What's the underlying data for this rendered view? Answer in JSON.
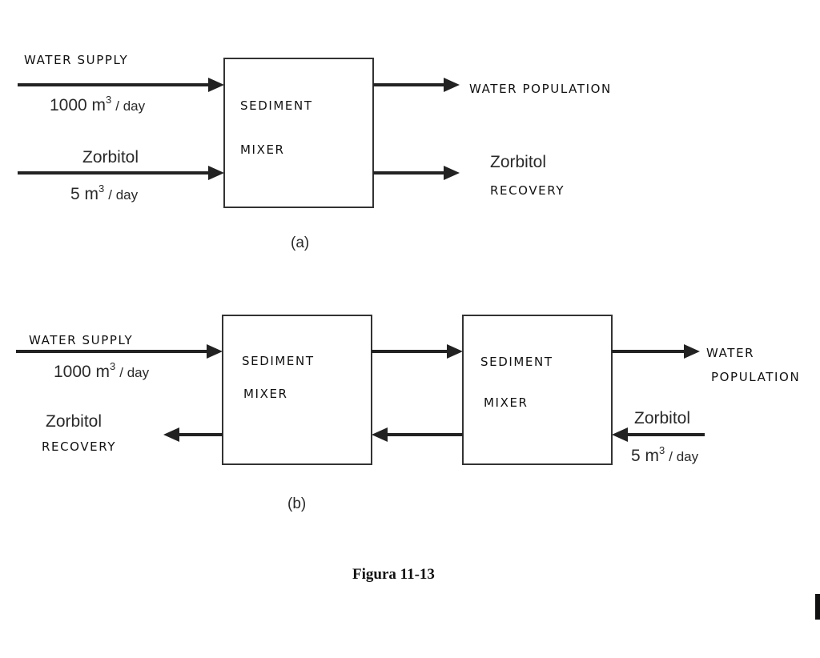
{
  "diagram_a": {
    "box": {
      "line1": "SEDIMENT",
      "line2": "MIXER"
    },
    "inputs": {
      "water_label": "WATER SUPPLY",
      "water_rate_num": "1000 m",
      "water_rate_exp": "3",
      "water_rate_unit": "/ day",
      "zorbitol_label": "Zorbitol",
      "zorbitol_rate_num": "5 m",
      "zorbitol_rate_exp": "3",
      "zorbitol_rate_unit": "/ day"
    },
    "outputs": {
      "water_label": "WATER POPULATION",
      "zorbitol_label": "Zorbitol",
      "zorbitol_sub": "RECOVERY"
    },
    "caption": "(a)"
  },
  "diagram_b": {
    "box1": {
      "line1": "SEDIMENT",
      "line2": "MIXER"
    },
    "box2": {
      "line1": "SEDIMENT",
      "line2": "MIXER"
    },
    "inputs": {
      "water_label": "WATER SUPPLY",
      "water_rate_num": "1000 m",
      "water_rate_exp": "3",
      "water_rate_unit": "/ day",
      "zorbitol_label": "Zorbitol",
      "zorbitol_rate_num": "5 m",
      "zorbitol_rate_exp": "3",
      "zorbitol_rate_unit": "/ day"
    },
    "outputs": {
      "water_label_line1": "WATER",
      "water_label_line2": "POPULATION",
      "zorbitol_label": "Zorbitol",
      "zorbitol_sub": "RECOVERY"
    },
    "caption": "(b)"
  },
  "figure_caption": "Figura 11-13"
}
